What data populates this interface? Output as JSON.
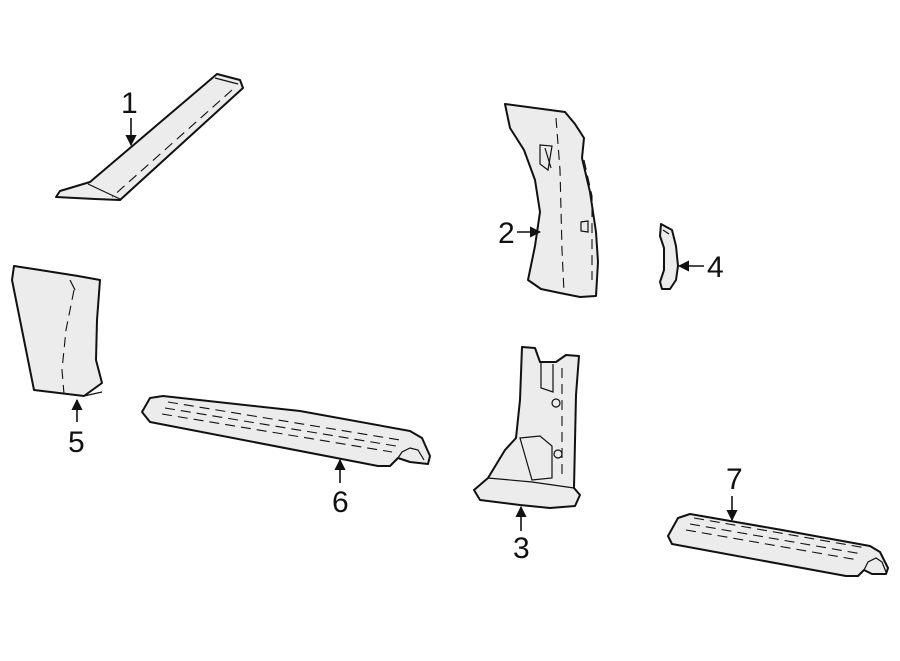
{
  "callouts": {
    "c1": "1",
    "c2": "2",
    "c3": "3",
    "c4": "4",
    "c5": "5",
    "c6": "6",
    "c7": "7"
  },
  "colors": {
    "line": "#111111",
    "part_fill": "#ececec",
    "background": "#ffffff"
  }
}
